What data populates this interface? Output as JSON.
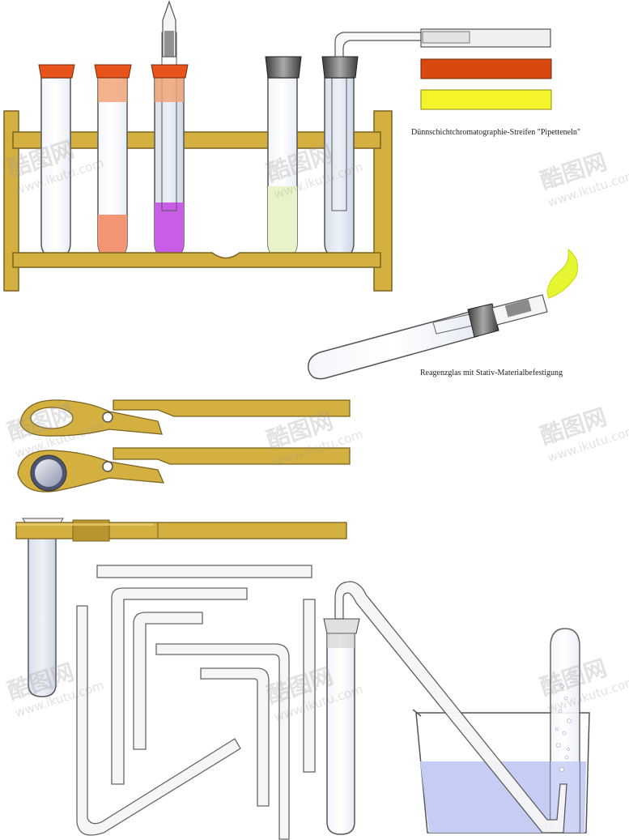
{
  "labels": {
    "caption_top": "Dünnschichtchromatographie-Streifen \"Pipetteneln\"",
    "caption_mid": "Reagenzglas mit Stativ-Materialbefestigung"
  },
  "watermark": {
    "brand": "酷图网",
    "url": "www.ikutu.com"
  },
  "colors": {
    "wood": "#d4b040",
    "wood_stroke": "#7a6420",
    "stopper_orange": "#e8531c",
    "strip_orange": "#d9480f",
    "strip_yellow": "#f4f42a",
    "liquid_salmon": "#f39575",
    "liquid_purple": "#c85ee8",
    "liquid_green": "#e8f4c8",
    "water_blue": "#c6cdf5",
    "flame": "#e6f531",
    "glass_stroke": "#555555"
  }
}
